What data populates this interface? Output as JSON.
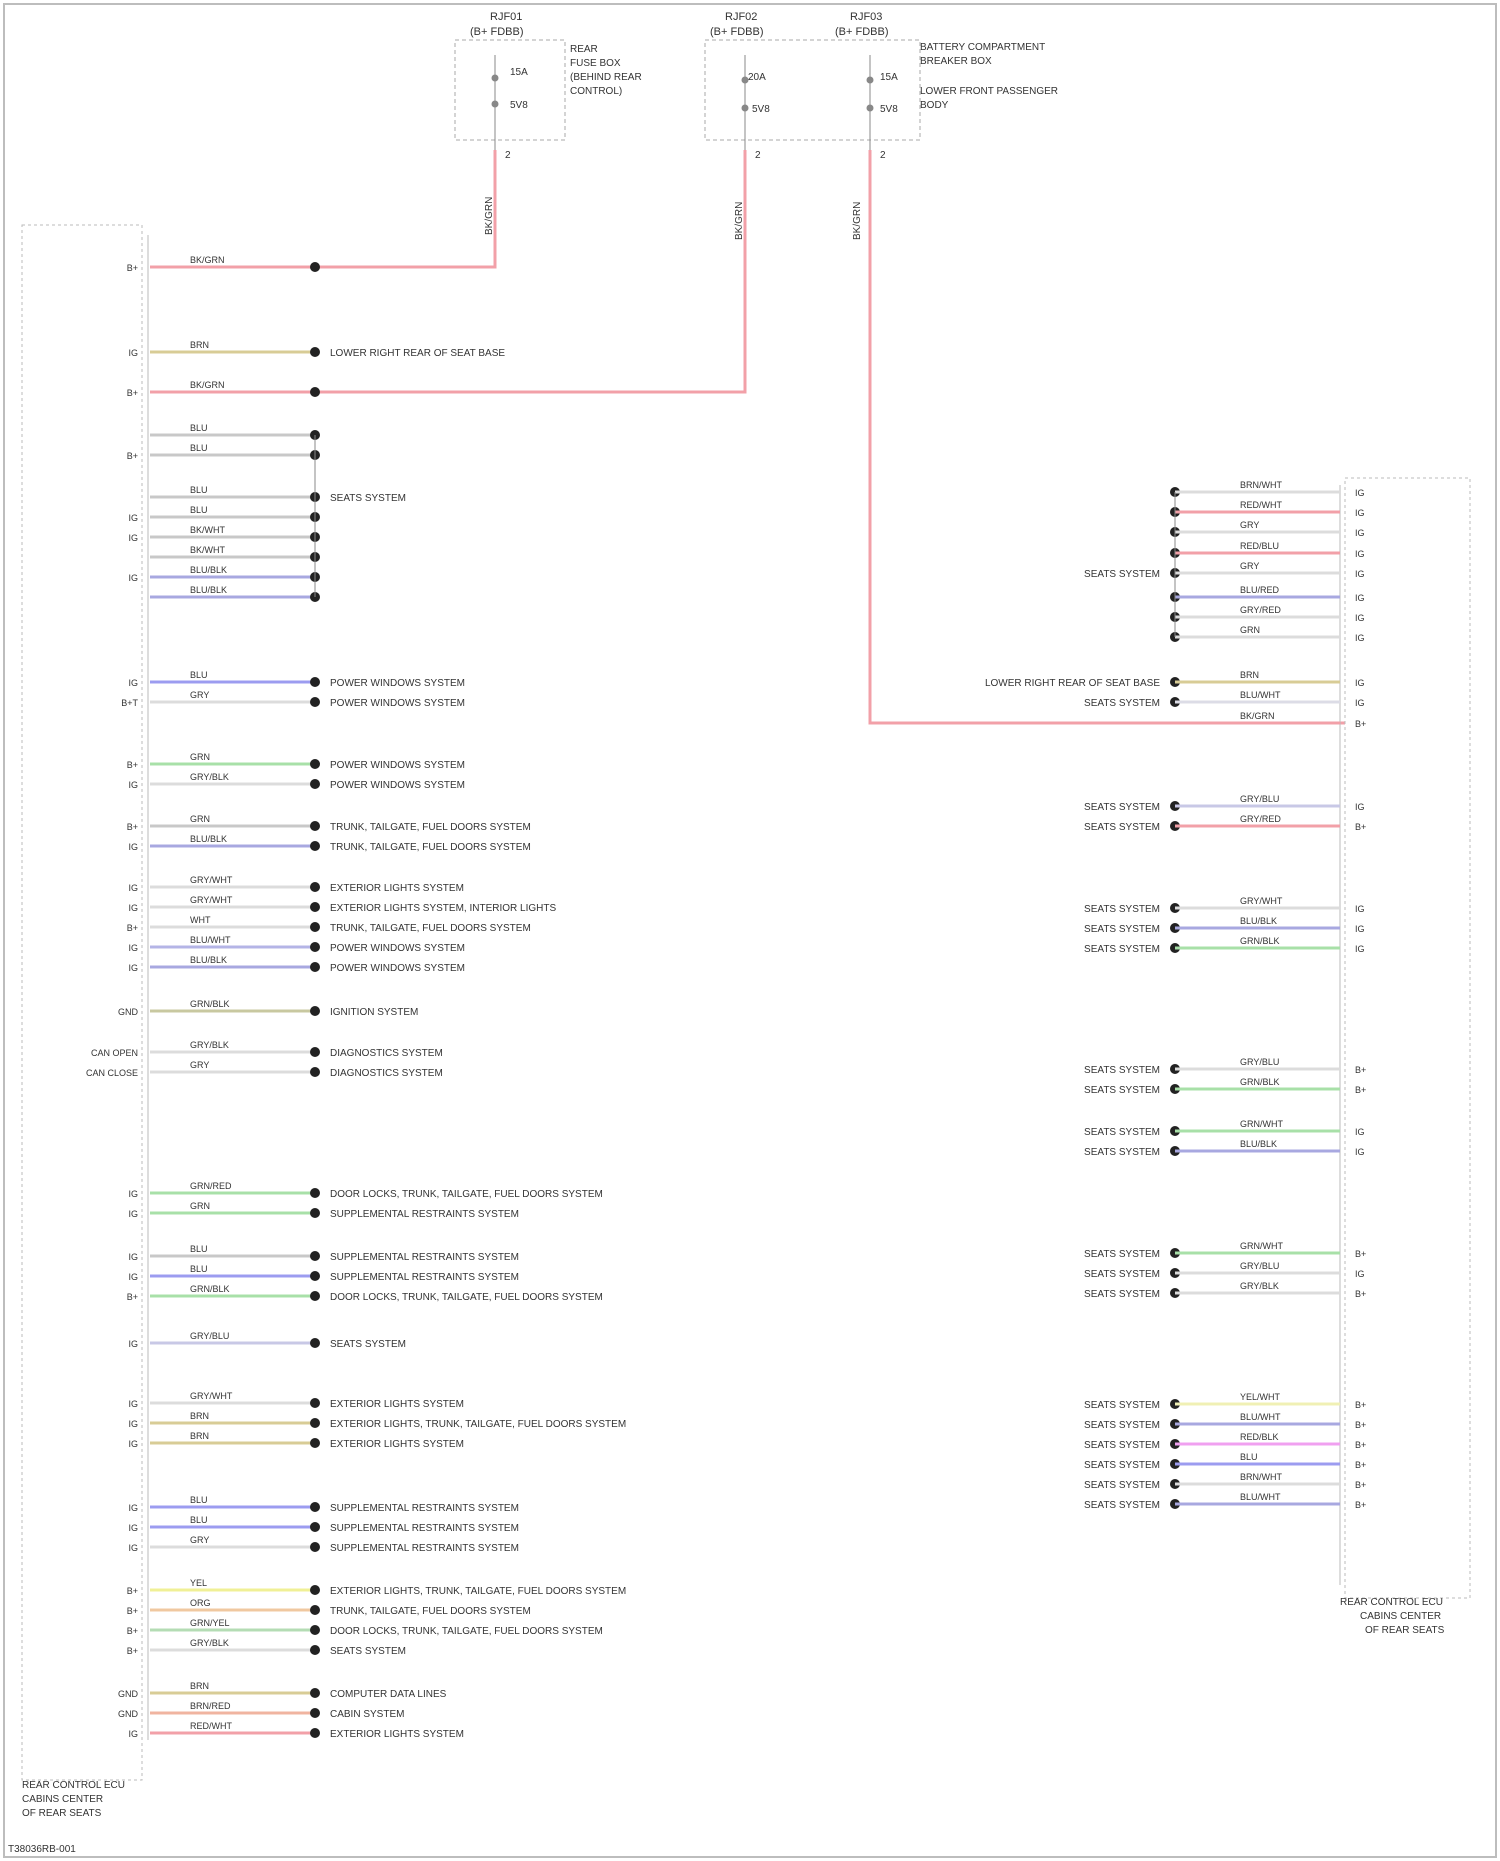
{
  "diagram_code": "T38036RB-001",
  "fuses": [
    {
      "id": "fuse-1",
      "title": "RJF01",
      "subtitle": "(B+ FDBB)",
      "rating": "15A",
      "ground_label": "5V8",
      "desc": [
        "REAR",
        "FUSE BOX",
        "(BEHIND REAR",
        "CONTROL)"
      ],
      "pin": "2",
      "wire_color": "BK/GRN"
    },
    {
      "id": "fuse-2",
      "title": "RJF02",
      "subtitle": "(B+ FDBB)",
      "rating": "20A",
      "ground_label": "5V8",
      "desc": [],
      "pin": "2",
      "wire_color": "BK/GRN"
    },
    {
      "id": "fuse-3",
      "title": "RJF03",
      "subtitle": "(B+ FDBB)",
      "rating": "15A",
      "ground_label": "5V8",
      "desc": [
        "BATTERY COMPARTMENT",
        "BREAKER BOX",
        "LOWER FRONT PASSENGER",
        "BODY"
      ],
      "pin": "2",
      "wire_color": "BK/GRN"
    }
  ],
  "left_connector": {
    "name": [
      "REAR CONTROL ECU",
      "CABINS CENTER",
      "OF REAR SEATS"
    ]
  },
  "right_connector": {
    "name": [
      "REAR CONTROL ECU",
      "CABINS CENTER",
      "OF REAR SEATS"
    ]
  },
  "left_wires": [
    {
      "pin_label": "B+",
      "color": "BK/GRN",
      "dest": "",
      "hex": "#f2a0a8"
    },
    {
      "pin_label": "IG",
      "color": "BRN",
      "dest": "LOWER RIGHT REAR OF SEAT BASE",
      "hex": "#d8cc96"
    },
    {
      "pin_label": "B+",
      "color": "BK/GRN",
      "dest": "",
      "hex": "#f2a0a8"
    },
    {
      "pin_label": "",
      "color": "BLU",
      "dest": "",
      "hex": "#c8c8c8"
    },
    {
      "pin_label": "B+",
      "color": "BLU",
      "dest": "",
      "hex": "#c8c8c8"
    },
    {
      "pin_label": "",
      "color": "BLU",
      "dest": "SEATS SYSTEM",
      "hex": "#c8c8c8"
    },
    {
      "pin_label": "IG",
      "color": "BLU",
      "dest": "",
      "hex": "#c8c8c8"
    },
    {
      "pin_label": "IG",
      "color": "BK/WHT",
      "dest": "",
      "hex": "#c8c8c8"
    },
    {
      "pin_label": "",
      "color": "BK/WHT",
      "dest": "",
      "hex": "#c8c8c8"
    },
    {
      "pin_label": "IG",
      "color": "BLU/BLK",
      "dest": "",
      "hex": "#a8a8e0"
    },
    {
      "pin_label": "",
      "color": "BLU/BLK",
      "dest": "",
      "hex": "#a8a8e0"
    },
    {
      "pin_label": "IG",
      "color": "BLU",
      "dest": "POWER WINDOWS SYSTEM",
      "hex": "#9c9cf0"
    },
    {
      "pin_label": "B+T",
      "color": "GRY",
      "dest": "POWER WINDOWS SYSTEM",
      "hex": "#dcdcdc"
    },
    {
      "pin_label": "B+",
      "color": "GRN",
      "dest": "POWER WINDOWS SYSTEM",
      "hex": "#a8e0a8"
    },
    {
      "pin_label": "IG",
      "color": "GRY/BLK",
      "dest": "POWER WINDOWS SYSTEM",
      "hex": "#dcdcdc"
    },
    {
      "pin_label": "B+",
      "color": "GRN",
      "dest": "TRUNK, TAILGATE, FUEL DOORS SYSTEM",
      "hex": "#c8c8c8"
    },
    {
      "pin_label": "IG",
      "color": "BLU/BLK",
      "dest": "TRUNK, TAILGATE, FUEL DOORS SYSTEM",
      "hex": "#a8a8e0"
    },
    {
      "pin_label": "IG",
      "color": "GRY/WHT",
      "dest": "EXTERIOR LIGHTS SYSTEM",
      "hex": "#dcdcdc"
    },
    {
      "pin_label": "IG",
      "color": "GRY/WHT",
      "dest": "EXTERIOR LIGHTS SYSTEM, INTERIOR LIGHTS",
      "hex": "#dcdcdc"
    },
    {
      "pin_label": "B+",
      "color": "WHT",
      "dest": "TRUNK, TAILGATE, FUEL DOORS SYSTEM",
      "hex": "#dcdcdc"
    },
    {
      "pin_label": "IG",
      "color": "BLU/WHT",
      "dest": "POWER WINDOWS SYSTEM",
      "hex": "#b4b4e6"
    },
    {
      "pin_label": "IG",
      "color": "BLU/BLK",
      "dest": "POWER WINDOWS SYSTEM",
      "hex": "#a8a8e0"
    },
    {
      "pin_label": "GND",
      "color": "GRN/BLK",
      "dest": "IGNITION SYSTEM",
      "hex": "#c8c8a0"
    },
    {
      "pin_label": "CAN OPEN",
      "color": "GRY/BLK",
      "dest": "DIAGNOSTICS SYSTEM",
      "hex": "#dcdcdc"
    },
    {
      "pin_label": "CAN CLOSE",
      "color": "GRY",
      "dest": "DIAGNOSTICS SYSTEM",
      "hex": "#dcdcdc"
    },
    {
      "pin_label": "IG",
      "color": "GRN/RED",
      "dest": "DOOR LOCKS, TRUNK, TAILGATE, FUEL DOORS SYSTEM",
      "hex": "#a8e0a8"
    },
    {
      "pin_label": "IG",
      "color": "GRN",
      "dest": "SUPPLEMENTAL RESTRAINTS SYSTEM",
      "hex": "#a8e0a8"
    },
    {
      "pin_label": "IG",
      "color": "BLU",
      "dest": "SUPPLEMENTAL RESTRAINTS SYSTEM",
      "hex": "#c8c8c8"
    },
    {
      "pin_label": "IG",
      "color": "BLU",
      "dest": "SUPPLEMENTAL RESTRAINTS SYSTEM",
      "hex": "#9c9cf0"
    },
    {
      "pin_label": "B+",
      "color": "GRN/BLK",
      "dest": "DOOR LOCKS, TRUNK, TAILGATE, FUEL DOORS SYSTEM",
      "hex": "#a8e0a8"
    },
    {
      "pin_label": "IG",
      "color": "GRY/BLU",
      "dest": "SEATS SYSTEM",
      "hex": "#c8c8e6"
    },
    {
      "pin_label": "IG",
      "color": "GRY/WHT",
      "dest": "EXTERIOR LIGHTS SYSTEM",
      "hex": "#dcdcdc"
    },
    {
      "pin_label": "IG",
      "color": "BRN",
      "dest": "EXTERIOR LIGHTS, TRUNK, TAILGATE, FUEL DOORS SYSTEM",
      "hex": "#d8cc96"
    },
    {
      "pin_label": "IG",
      "color": "BRN",
      "dest": "EXTERIOR LIGHTS SYSTEM",
      "hex": "#d8cc96"
    },
    {
      "pin_label": "IG",
      "color": "BLU",
      "dest": "SUPPLEMENTAL RESTRAINTS SYSTEM",
      "hex": "#9c9cf0"
    },
    {
      "pin_label": "IG",
      "color": "BLU",
      "dest": "SUPPLEMENTAL RESTRAINTS SYSTEM",
      "hex": "#9c9cf0"
    },
    {
      "pin_label": "IG",
      "color": "GRY",
      "dest": "SUPPLEMENTAL RESTRAINTS SYSTEM",
      "hex": "#dcdcdc"
    },
    {
      "pin_label": "B+",
      "color": "YEL",
      "dest": "EXTERIOR LIGHTS, TRUNK, TAILGATE, FUEL DOORS SYSTEM",
      "hex": "#f0f096"
    },
    {
      "pin_label": "B+",
      "color": "ORG",
      "dest": "TRUNK, TAILGATE, FUEL DOORS SYSTEM",
      "hex": "#f0c8a0"
    },
    {
      "pin_label": "B+",
      "color": "GRN/YEL",
      "dest": "DOOR LOCKS, TRUNK, TAILGATE, FUEL DOORS SYSTEM",
      "hex": "#b4dcb4"
    },
    {
      "pin_label": "B+",
      "color": "GRY/BLK",
      "dest": "SEATS SYSTEM",
      "hex": "#dcdcdc"
    },
    {
      "pin_label": "GND",
      "color": "BRN",
      "dest": "COMPUTER DATA LINES",
      "hex": "#d8cc96"
    },
    {
      "pin_label": "GND",
      "color": "BRN/RED",
      "dest": "CABIN SYSTEM",
      "hex": "#f0b4a0"
    },
    {
      "pin_label": "IG",
      "color": "RED/WHT",
      "dest": "EXTERIOR LIGHTS SYSTEM",
      "hex": "#f2a0a8"
    }
  ],
  "right_wires": [
    {
      "pin_label": "IG",
      "color": "BRN/WHT",
      "dest": "",
      "hex": "#dcdcdc"
    },
    {
      "pin_label": "IG",
      "color": "RED/WHT",
      "dest": "",
      "hex": "#f2a0a8"
    },
    {
      "pin_label": "IG",
      "color": "GRY",
      "dest": "",
      "hex": "#dcdcdc"
    },
    {
      "pin_label": "IG",
      "color": "RED/BLU",
      "dest": "",
      "hex": "#f2a0a8"
    },
    {
      "pin_label": "IG",
      "color": "GRY",
      "dest": "SEATS SYSTEM",
      "hex": "#dcdcdc"
    },
    {
      "pin_label": "IG",
      "color": "BLU/RED",
      "dest": "",
      "hex": "#a8a8e0"
    },
    {
      "pin_label": "IG",
      "color": "GRY/RED",
      "dest": "",
      "hex": "#dcdcdc"
    },
    {
      "pin_label": "IG",
      "color": "GRN",
      "dest": "",
      "hex": "#dcdcdc"
    },
    {
      "pin_label": "IG",
      "color": "BRN",
      "dest": "LOWER RIGHT REAR OF SEAT BASE",
      "hex": "#d8cc96"
    },
    {
      "pin_label": "IG",
      "color": "BLU/WHT",
      "dest": "SEATS SYSTEM",
      "hex": "#dcdce6"
    },
    {
      "pin_label": "B+",
      "color": "BK/GRN",
      "dest": "",
      "hex": "#f2a0a8"
    },
    {
      "pin_label": "IG",
      "color": "GRY/BLU",
      "dest": "SEATS SYSTEM",
      "hex": "#c8c8e6"
    },
    {
      "pin_label": "B+",
      "color": "GRY/RED",
      "dest": "SEATS SYSTEM",
      "hex": "#f2a0a8"
    },
    {
      "pin_label": "IG",
      "color": "GRY/WHT",
      "dest": "SEATS SYSTEM",
      "hex": "#dcdcdc"
    },
    {
      "pin_label": "IG",
      "color": "BLU/BLK",
      "dest": "SEATS SYSTEM",
      "hex": "#a8a8e0"
    },
    {
      "pin_label": "IG",
      "color": "GRN/BLK",
      "dest": "SEATS SYSTEM",
      "hex": "#a8e0a8"
    },
    {
      "pin_label": "B+",
      "color": "GRY/BLU",
      "dest": "SEATS SYSTEM",
      "hex": "#dcdcdc"
    },
    {
      "pin_label": "B+",
      "color": "GRN/BLK",
      "dest": "SEATS SYSTEM",
      "hex": "#a8e0a8"
    },
    {
      "pin_label": "IG",
      "color": "GRN/WHT",
      "dest": "SEATS SYSTEM",
      "hex": "#a8e0a8"
    },
    {
      "pin_label": "IG",
      "color": "BLU/BLK",
      "dest": "SEATS SYSTEM",
      "hex": "#a8a8e0"
    },
    {
      "pin_label": "B+",
      "color": "GRN/WHT",
      "dest": "SEATS SYSTEM",
      "hex": "#a8e0a8"
    },
    {
      "pin_label": "IG",
      "color": "GRY/BLU",
      "dest": "SEATS SYSTEM",
      "hex": "#dcdcdc"
    },
    {
      "pin_label": "B+",
      "color": "GRY/BLK",
      "dest": "SEATS SYSTEM",
      "hex": "#dcdcdc"
    },
    {
      "pin_label": "B+",
      "color": "YEL/WHT",
      "dest": "SEATS SYSTEM",
      "hex": "#f0f0b4"
    },
    {
      "pin_label": "B+",
      "color": "BLU/WHT",
      "dest": "SEATS SYSTEM",
      "hex": "#a8a8e0"
    },
    {
      "pin_label": "B+",
      "color": "RED/BLK",
      "dest": "SEATS SYSTEM",
      "hex": "#f0a0f0"
    },
    {
      "pin_label": "B+",
      "color": "BLU",
      "dest": "SEATS SYSTEM",
      "hex": "#9c9cf0"
    },
    {
      "pin_label": "B+",
      "color": "BRN/WHT",
      "dest": "SEATS SYSTEM",
      "hex": "#dcdcdc"
    },
    {
      "pin_label": "B+",
      "color": "BLU/WHT",
      "dest": "SEATS SYSTEM",
      "hex": "#a8a8e0"
    }
  ]
}
